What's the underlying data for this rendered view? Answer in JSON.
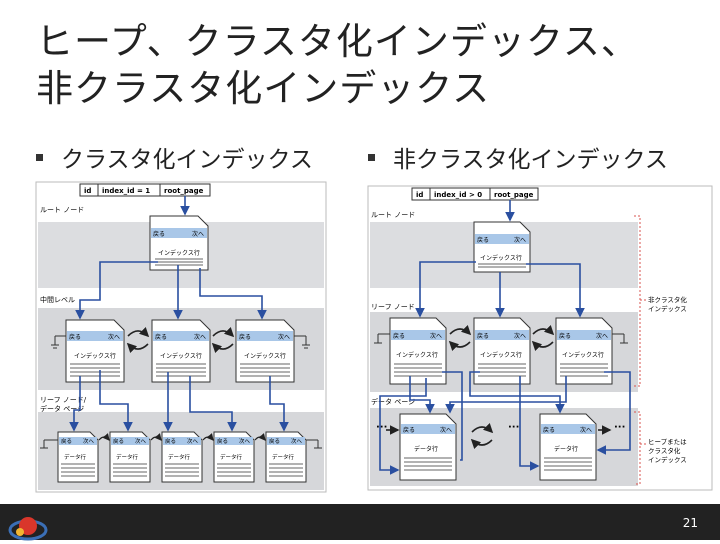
{
  "title": {
    "line1": "ヒープ、クラスタ化インデックス、",
    "line2": "非クラスタ化インデックス"
  },
  "bullets": {
    "left": "クラスタ化インデックス",
    "right": "非クラスタ化インデックス"
  },
  "left_diagram": {
    "header": [
      "id",
      "index_id = 1",
      "root_page"
    ],
    "labels": {
      "root": "ルート ノード",
      "intermediate": "中間レベル",
      "leaf": "リーフ ノード/",
      "leaf2": "データ ページ"
    },
    "nav": {
      "prev": "戻る",
      "next": "次へ"
    },
    "index_row": "インデックス行",
    "data_row": "データ行"
  },
  "right_diagram": {
    "header": [
      "id",
      "index_id > 0",
      "root_page"
    ],
    "labels": {
      "root": "ルート ノード",
      "leaf": "リーフ ノード",
      "data": "データ ページ"
    },
    "nav": {
      "prev": "戻る",
      "next": "次へ"
    },
    "index_row": "インデックス行",
    "data_row": "データ行",
    "side_labels": {
      "nonclustered1": "非クラスタ化",
      "nonclustered2": "インデックス",
      "heap1": "ヒープまたは",
      "heap2": "クラスタ化",
      "heap3": "インデックス"
    }
  },
  "page_number": "21"
}
